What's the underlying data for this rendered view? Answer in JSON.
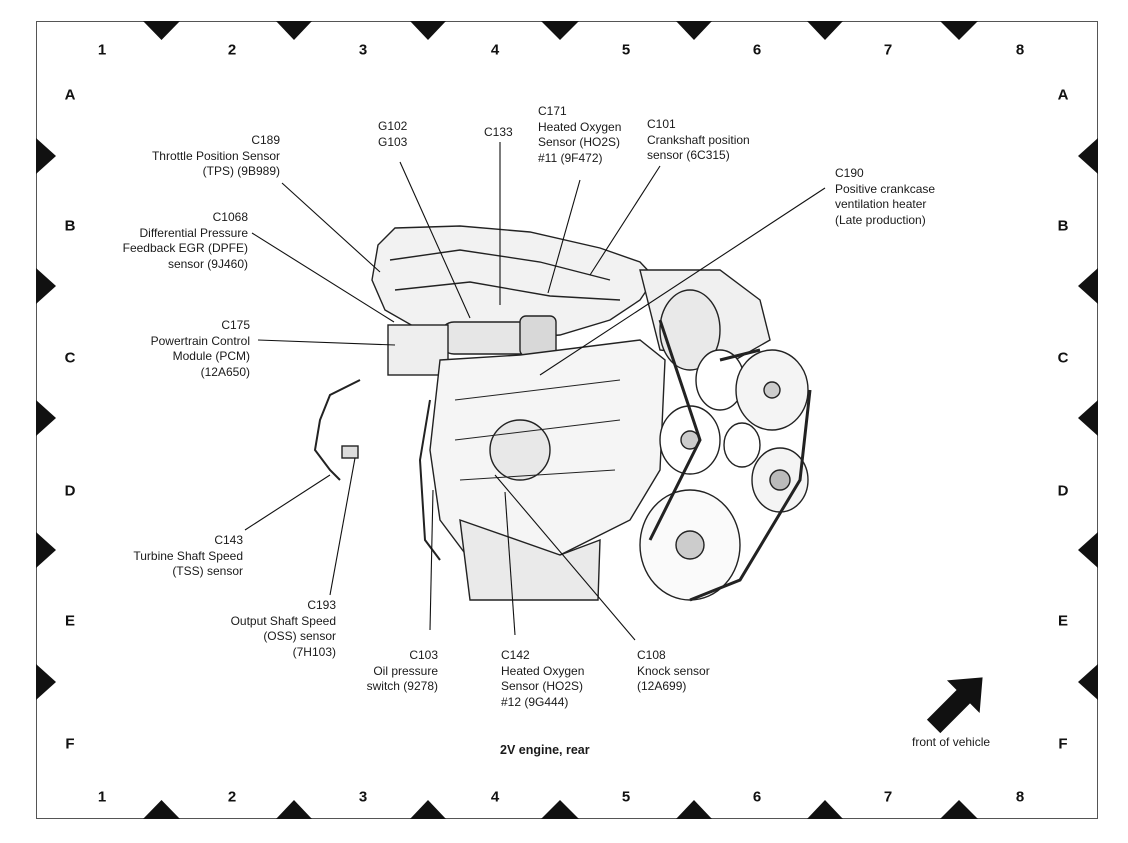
{
  "grid": {
    "columns": [
      "1",
      "2",
      "3",
      "4",
      "5",
      "6",
      "7",
      "8"
    ],
    "rows": [
      "A",
      "B",
      "C",
      "D",
      "E",
      "F"
    ]
  },
  "labels": {
    "c189": [
      "C189",
      "Throttle Position Sensor",
      "(TPS) (9B989)"
    ],
    "c1068": [
      "C1068",
      "Differential Pressure",
      "Feedback EGR (DPFE)",
      "sensor (9J460)"
    ],
    "c175": [
      "C175",
      "Powertrain Control",
      "Module (PCM)",
      "(12A650)"
    ],
    "g102": [
      "G102",
      "G103"
    ],
    "c133": [
      "C133"
    ],
    "c171": [
      "C171",
      "Heated Oxygen",
      "Sensor (HO2S)",
      "#11 (9F472)"
    ],
    "c101": [
      "C101",
      "Crankshaft position",
      "sensor (6C315)"
    ],
    "c190": [
      "C190",
      "Positive crankcase",
      "ventilation heater",
      "(Late production)"
    ],
    "c143": [
      "C143",
      "Turbine Shaft Speed",
      "(TSS) sensor"
    ],
    "c193": [
      "C193",
      "Output Shaft Speed",
      "(OSS) sensor",
      "(7H103)"
    ],
    "c103": [
      "C103",
      "Oil pressure",
      "switch (9278)"
    ],
    "c142": [
      "C142",
      "Heated Oxygen",
      "Sensor (HO2S)",
      "#12 (9G444)"
    ],
    "c108": [
      "C108",
      "Knock sensor",
      "(12A699)"
    ]
  },
  "caption": "2V engine, rear",
  "front_label": "front of vehicle"
}
